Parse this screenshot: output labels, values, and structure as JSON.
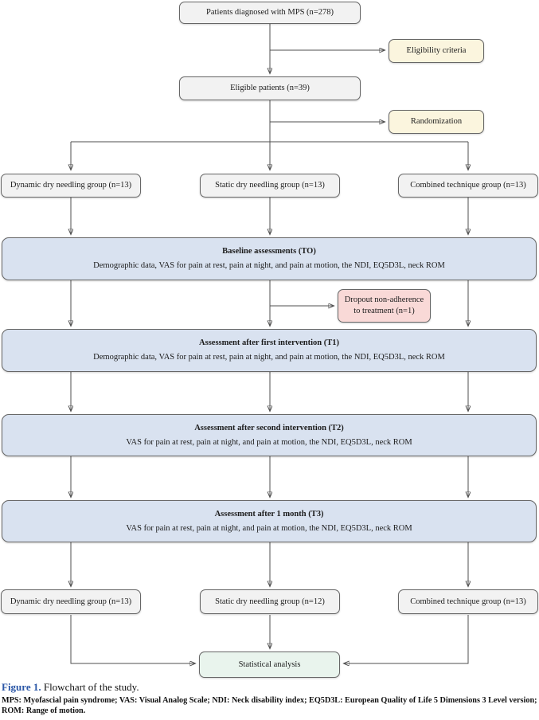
{
  "figure": {
    "caption_label": "Figure 1.",
    "caption_text": "Flowchart of the study.",
    "footnote": "MPS: Myofascial pain syndrome; VAS: Visual Analog Scale; NDI: Neck disability index; EQ5D3L: European Quality of Life 5 Dimensions 3 Level version; ROM: Range of motion."
  },
  "colors": {
    "box_gray": "#f2f2f2",
    "box_cream": "#fbf5de",
    "box_blue": "#d9e2f0",
    "box_pink": "#f9d9d7",
    "box_green": "#e9f4ed",
    "box_border": "#666666",
    "connector": "#4f4f4f",
    "caption_blue": "#2b57a7"
  },
  "flowchart": {
    "patients": "Patients diagnosed with MPS (n=278)",
    "eligibility": "Eligibility criteria",
    "eligible": "Eligible patients (n=39)",
    "randomization": "Randomization",
    "groups_top": [
      "Dynamic dry needling group (n=13)",
      "Static dry needling group (n=13)",
      "Combined technique group (n=13)"
    ],
    "baseline": {
      "title": "Baseline assessments (TO)",
      "subtitle": "Demographic data, VAS for pain at rest, pain at night, and pain at motion, the NDI, EQ5D3L, neck ROM"
    },
    "dropout": {
      "line1": "Dropout non-adherence",
      "line2": "to treatment (n=1)"
    },
    "t1": {
      "title": "Assessment after first intervention (T1)",
      "subtitle": "Demographic data, VAS for pain at rest, pain at night, and pain at motion, the NDI, EQ5D3L, neck ROM"
    },
    "t2": {
      "title": "Assessment after second intervention (T2)",
      "subtitle": "VAS for pain at rest, pain at night, and pain at motion, the NDI, EQ5D3L, neck ROM"
    },
    "t3": {
      "title": "Assessment after 1 month (T3)",
      "subtitle": "VAS for pain at rest, pain at night, and pain at motion, the NDI, EQ5D3L, neck ROM"
    },
    "groups_bottom": [
      "Dynamic dry needling group (n=13)",
      "Static dry needling group (n=12)",
      "Combined technique group (n=13)"
    ],
    "statistical": "Statistical analysis"
  }
}
